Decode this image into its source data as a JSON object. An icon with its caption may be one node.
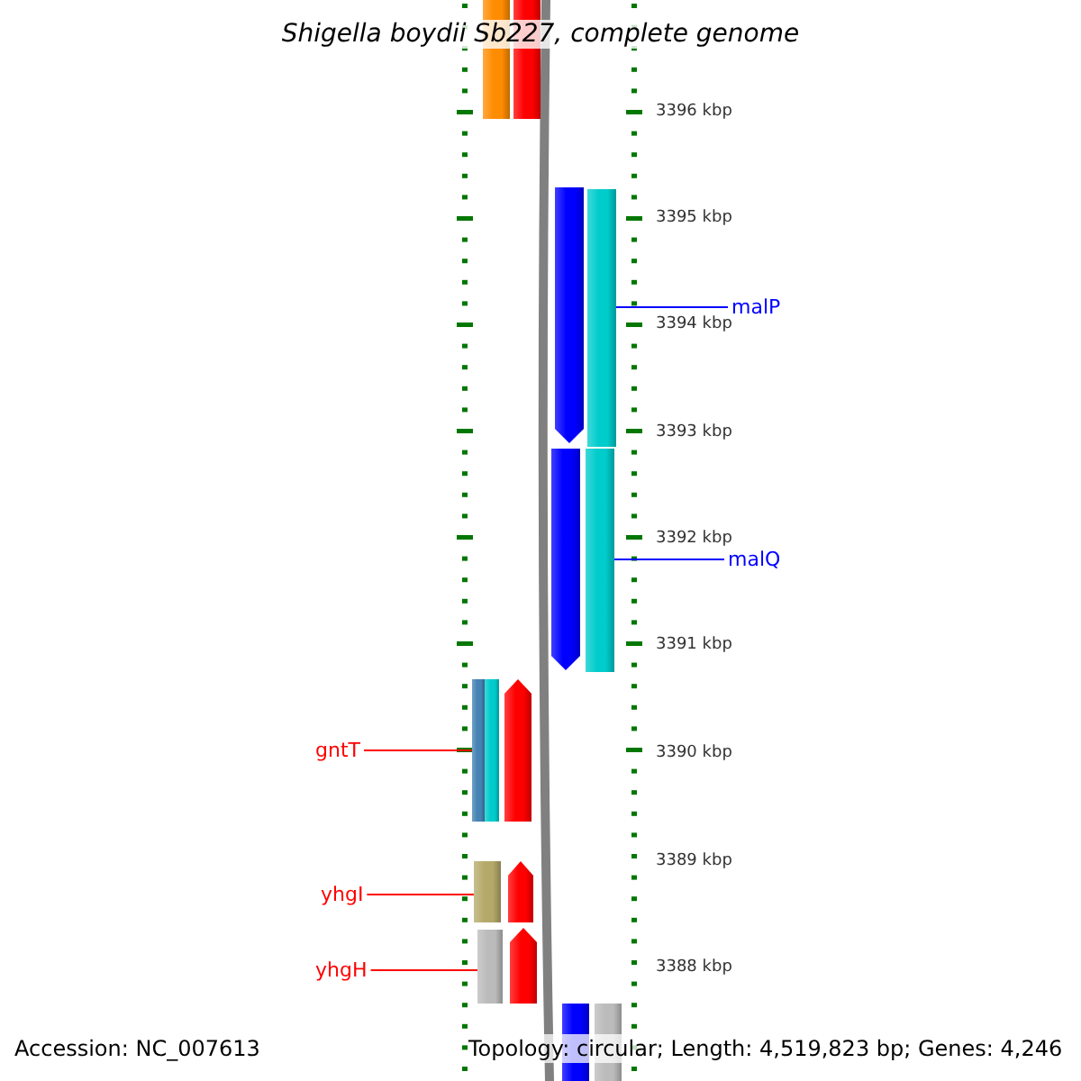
{
  "diagram": {
    "title": "Shigella boydii Sb227, complete genome",
    "nodes": [
      {
        "text": [],
        "shape": "bar"
      },
      {
        "text": [],
        "shape": "bar"
      },
      {
        "text": [],
        "shape": "bar"
      },
      {
        "text": [],
        "shape": "bar"
      },
      {
        "text": [
          "malP"
        ]
      },
      {
        "text": [],
        "shape": "bar"
      },
      {
        "text": [],
        "shape": "bar"
      },
      {
        "text": [
          "malQ"
        ]
      },
      {
        "text": [],
        "shape": "bar"
      },
      {
        "text": [],
        "shape": "bar"
      },
      {
        "text": [],
        "shape": "bar"
      },
      {
        "text": [
          "gntT"
        ]
      },
      {
        "text": [],
        "shape": "bar"
      },
      {
        "text": [],
        "shape": "bar"
      },
      {
        "text": [
          "yhgI"
        ]
      },
      {
        "text": [],
        "shape": "bar"
      },
      {
        "text": [],
        "shape": "bar"
      },
      {
        "text": [
          "yhgH"
        ]
      },
      {
        "text": [],
        "shape": "bar"
      },
      {
        "text": [],
        "shape": "bar"
      }
    ],
    "edges": [
      {
        "from": 4,
        "to": 3,
        "arrow": "none",
        "color": "#0000ff"
      },
      {
        "from": 7,
        "to": 6,
        "arrow": "none",
        "color": "#0000ff"
      },
      {
        "from": 11,
        "to": 8,
        "arrow": "none",
        "color": "#ff0000"
      },
      {
        "from": 14,
        "to": 12,
        "arrow": "none",
        "color": "#ff0000"
      },
      {
        "from": 17,
        "to": 15,
        "arrow": "none",
        "color": "#ff0000"
      }
    ],
    "labels": [
      "3396 kbp",
      "3395 kbp",
      "3394 kbp",
      "3393 kbp",
      "3392 kbp",
      "3391 kbp",
      "3390 kbp",
      "3389 kbp",
      "3388 kbp",
      "Accession: NC_007613",
      "Topology: circular; Length: 4,519,823 bp; Genes: 4,246"
    ]
  }
}
